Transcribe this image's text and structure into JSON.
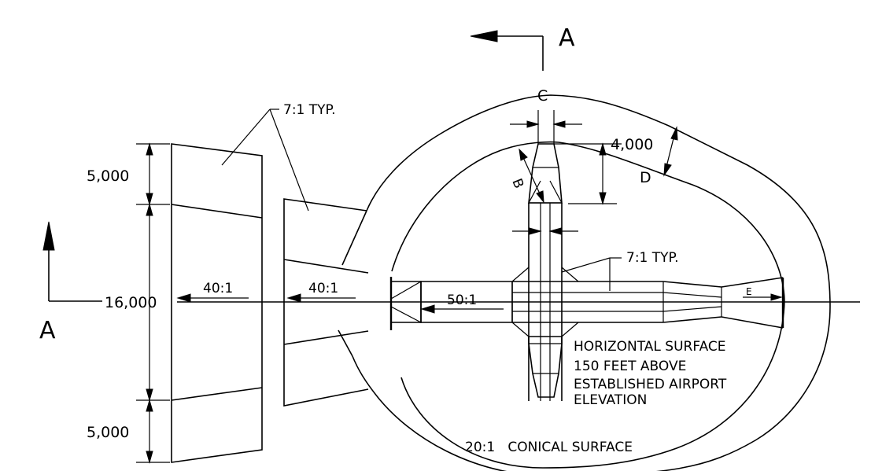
{
  "labels": {
    "section_top": "A",
    "section_left": "A",
    "c": "C",
    "b": "B",
    "d": "D",
    "e": "E",
    "dim_4000": "4,000",
    "dim_5000_top": "5,000",
    "dim_16000": "16,000",
    "dim_5000_bottom": "5,000",
    "slope_7_1_typ_approach": "7:1 TYP.",
    "slope_7_1_typ_inner": "7:1 TYP.",
    "ratio_40_1_outer": "40:1",
    "ratio_40_1_inner": "40:1",
    "ratio_50_1": "50:1",
    "horizontal_surface_line1": "HORIZONTAL SURFACE",
    "horizontal_surface_line2": "150 FEET ABOVE",
    "horizontal_surface_line3": "ESTABLISHED AIRPORT",
    "horizontal_surface_line4": "ELEVATION",
    "conical_surface": "20:1   CONICAL SURFACE"
  }
}
